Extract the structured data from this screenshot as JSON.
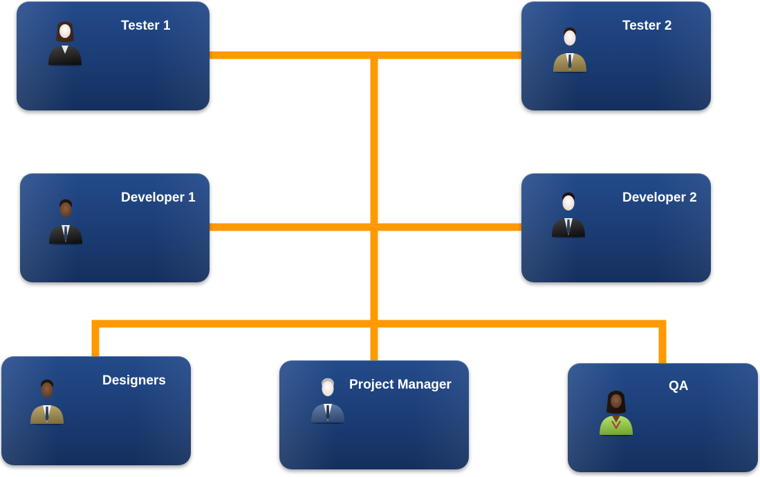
{
  "diagram": {
    "colors": {
      "connector": "#ff9900",
      "box_fill": "#1c3f78",
      "label_text": "#ffffff"
    },
    "nodes": [
      {
        "id": "tester-1",
        "label": "Tester 1",
        "icon": "businesswoman-dark-suit-icon"
      },
      {
        "id": "tester-2",
        "label": "Tester 2",
        "icon": "businessman-tan-suit-icon"
      },
      {
        "id": "developer-1",
        "label": "Developer 1",
        "icon": "businessman-black-suit-icon"
      },
      {
        "id": "developer-2",
        "label": "Developer 2",
        "icon": "businessman-black-suit-icon"
      },
      {
        "id": "designers",
        "label": "Designers",
        "icon": "businessman-tan-suit-icon"
      },
      {
        "id": "project-manager",
        "label": "Project Manager",
        "icon": "businessman-gray-hair-blue-suit-icon"
      },
      {
        "id": "qa",
        "label": "QA",
        "icon": "businesswoman-green-jacket-icon"
      }
    ]
  }
}
